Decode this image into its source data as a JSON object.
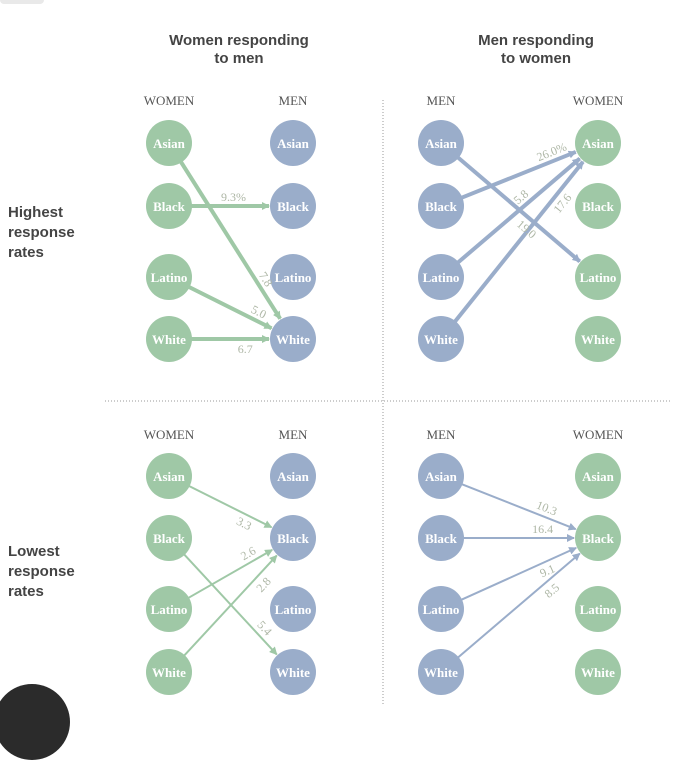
{
  "column_titles": {
    "left": [
      "Women responding",
      "to men"
    ],
    "right": [
      "Men responding",
      "to women"
    ]
  },
  "row_labels": {
    "top": [
      "Highest",
      "response",
      "rates"
    ],
    "bottom": [
      "Lowest",
      "response",
      "rates"
    ]
  },
  "groups": [
    "Asian",
    "Black",
    "Latino",
    "White"
  ],
  "colors": {
    "women": "#9fc8a6",
    "men": "#9aadca",
    "women_line": "#9fc8a6",
    "men_line": "#9aadca",
    "label_text": "#aeb7a6",
    "header_text": "#555555",
    "divider": "#999999"
  },
  "panels": [
    {
      "id": "women-to-men-highest",
      "left_header": "WOMEN",
      "right_header": "MEN",
      "sender": "women",
      "receiver": "men",
      "arrows": [
        {
          "from": "Black",
          "to": "Black",
          "label": "9.3%"
        },
        {
          "from": "Asian",
          "to": "White",
          "label": "7.8"
        },
        {
          "from": "Latino",
          "to": "White",
          "label": "5.0"
        },
        {
          "from": "White",
          "to": "White",
          "label": "6.7"
        }
      ]
    },
    {
      "id": "men-to-women-highest",
      "left_header": "MEN",
      "right_header": "WOMEN",
      "sender": "men",
      "receiver": "women",
      "arrows": [
        {
          "from": "Black",
          "to": "Asian",
          "label": "26.0%"
        },
        {
          "from": "Latino",
          "to": "Asian",
          "label": "15.8"
        },
        {
          "from": "White",
          "to": "Asian",
          "label": "17.6"
        },
        {
          "from": "Asian",
          "to": "Latino",
          "label": "19.0"
        }
      ]
    },
    {
      "id": "women-to-men-lowest",
      "left_header": "WOMEN",
      "right_header": "MEN",
      "sender": "women",
      "receiver": "men",
      "arrows": [
        {
          "from": "Asian",
          "to": "Black",
          "label": "3.3"
        },
        {
          "from": "Latino",
          "to": "Black",
          "label": "2.6"
        },
        {
          "from": "White",
          "to": "Black",
          "label": "2.8"
        },
        {
          "from": "Black",
          "to": "White",
          "label": "5.4"
        }
      ]
    },
    {
      "id": "men-to-women-lowest",
      "left_header": "MEN",
      "right_header": "WOMEN",
      "sender": "men",
      "receiver": "women",
      "arrows": [
        {
          "from": "Asian",
          "to": "Black",
          "label": "10.3"
        },
        {
          "from": "Black",
          "to": "Black",
          "label": "16.4"
        },
        {
          "from": "Latino",
          "to": "Black",
          "label": "9.1"
        },
        {
          "from": "White",
          "to": "Black",
          "label": "8.5"
        }
      ]
    }
  ]
}
